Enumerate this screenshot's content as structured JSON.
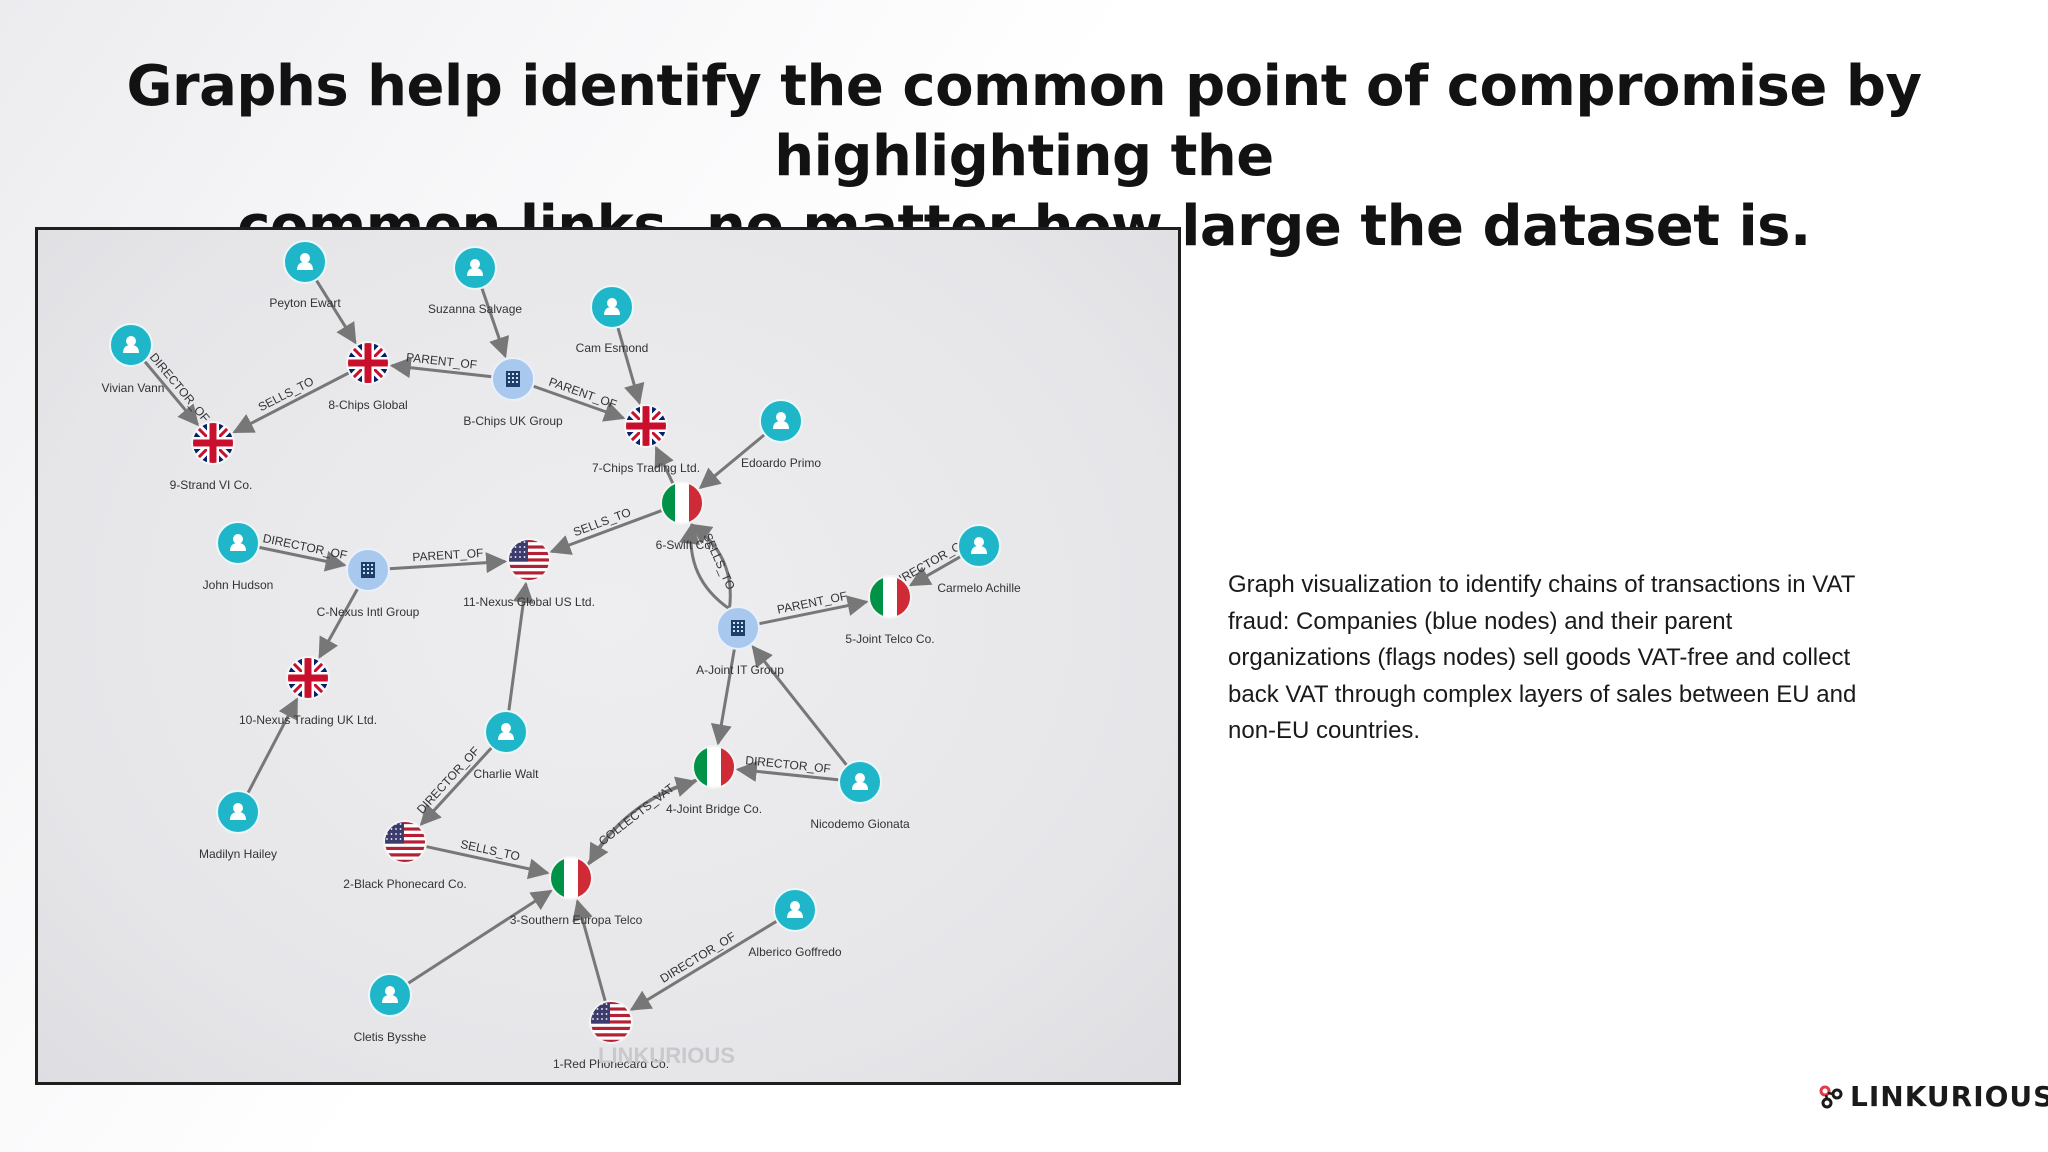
{
  "headline": {
    "line1": "Graphs help identify the common point of compromise by highlighting the",
    "line2": "common links, no matter how large the dataset is."
  },
  "description": "Graph visualization to identify chains of transactions in VAT fraud: Companies (blue nodes) and their parent organizations (flags nodes) sell goods VAT-free and collect back VAT through complex layers of sales between EU and non-EU countries.",
  "logo": {
    "text": "LINKURIOUS",
    "icon": "linkurious-logo-icon",
    "accent": "#e63946"
  },
  "watermark": "LINKURIOUS",
  "colors": {
    "person": "#1fb6c9",
    "company": "#a9c8ee",
    "edge": "#777777",
    "uk_blue": "#012169",
    "uk_red": "#C8102E",
    "it_green": "#009246",
    "it_red": "#CE2B37",
    "us_red": "#B22234",
    "us_blue": "#3C3B6E"
  },
  "nodes": [
    {
      "id": "peyton",
      "label": "Peyton Ewart",
      "type": "person"
    },
    {
      "id": "suzanna",
      "label": "Suzanna Salvage",
      "type": "person"
    },
    {
      "id": "cam",
      "label": "Cam Esmond",
      "type": "person"
    },
    {
      "id": "vivian",
      "label": "Vivian Vann",
      "type": "person"
    },
    {
      "id": "chips8",
      "label": "8-Chips Global",
      "type": "uk"
    },
    {
      "id": "bchips",
      "label": "B-Chips UK Group",
      "type": "company"
    },
    {
      "id": "chips7",
      "label": "7-Chips Trading Ltd.",
      "type": "uk"
    },
    {
      "id": "strand9",
      "label": "9-Strand VI Co.",
      "type": "uk"
    },
    {
      "id": "edoardo",
      "label": "Edoardo Primo",
      "type": "person"
    },
    {
      "id": "swift6",
      "label": "6-Swift Co.",
      "type": "it"
    },
    {
      "id": "john",
      "label": "John Hudson",
      "type": "person"
    },
    {
      "id": "cnexus",
      "label": "C-Nexus Intl Group",
      "type": "company"
    },
    {
      "id": "nexus11",
      "label": "11-Nexus Global US Ltd.",
      "type": "us"
    },
    {
      "id": "carmelo",
      "label": "Carmelo Achille",
      "type": "person"
    },
    {
      "id": "telco5",
      "label": "5-Joint Telco Co.",
      "type": "it"
    },
    {
      "id": "ajoint",
      "label": "A-Joint IT Group",
      "type": "company"
    },
    {
      "id": "nexus10",
      "label": "10-Nexus Trading UK Ltd.",
      "type": "uk"
    },
    {
      "id": "charlie",
      "label": "Charlie Walt",
      "type": "person"
    },
    {
      "id": "bridge4",
      "label": "4-Joint Bridge Co.",
      "type": "it"
    },
    {
      "id": "nicodemo",
      "label": "Nicodemo Gionata",
      "type": "person"
    },
    {
      "id": "madilyn",
      "label": "Madilyn Hailey",
      "type": "person"
    },
    {
      "id": "black2",
      "label": "2-Black Phonecard Co.",
      "type": "us"
    },
    {
      "id": "southern3",
      "label": "3-Southern Europa Telco",
      "type": "it"
    },
    {
      "id": "alberico",
      "label": "Alberico Goffredo",
      "type": "person"
    },
    {
      "id": "cletis",
      "label": "Cletis Bysshe",
      "type": "person"
    },
    {
      "id": "red1",
      "label": "1-Red Phonecard Co.",
      "type": "us"
    }
  ],
  "edges": [
    {
      "from": "peyton",
      "to": "chips8",
      "label": ""
    },
    {
      "from": "suzanna",
      "to": "bchips",
      "label": ""
    },
    {
      "from": "bchips",
      "to": "chips8",
      "label": "PARENT_OF"
    },
    {
      "from": "bchips",
      "to": "chips7",
      "label": "PARENT_OF"
    },
    {
      "from": "cam",
      "to": "chips7",
      "label": ""
    },
    {
      "from": "vivian",
      "to": "strand9",
      "label": "DIRECTOR_OF"
    },
    {
      "from": "chips8",
      "to": "strand9",
      "label": "SELLS_TO"
    },
    {
      "from": "swift6",
      "to": "chips7",
      "label": ""
    },
    {
      "from": "edoardo",
      "to": "swift6",
      "label": ""
    },
    {
      "from": "swift6",
      "to": "nexus11",
      "label": "SELLS_TO"
    },
    {
      "from": "ajoint",
      "to": "swift6",
      "label": "SELLS_TO"
    },
    {
      "from": "ajoint",
      "to": "swift6",
      "label": ""
    },
    {
      "from": "john",
      "to": "cnexus",
      "label": "DIRECTOR_OF"
    },
    {
      "from": "cnexus",
      "to": "nexus11",
      "label": "PARENT_OF"
    },
    {
      "from": "cnexus",
      "to": "nexus10",
      "label": ""
    },
    {
      "from": "carmelo",
      "to": "telco5",
      "label": "DIRECTOR_OF"
    },
    {
      "from": "ajoint",
      "to": "telco5",
      "label": "PARENT_OF"
    },
    {
      "from": "ajoint",
      "to": "bridge4",
      "label": ""
    },
    {
      "from": "nicodemo",
      "to": "ajoint",
      "label": ""
    },
    {
      "from": "nicodemo",
      "to": "bridge4",
      "label": "DIRECTOR_OF"
    },
    {
      "from": "madilyn",
      "to": "nexus10",
      "label": ""
    },
    {
      "from": "charlie",
      "to": "nexus11",
      "label": ""
    },
    {
      "from": "charlie",
      "to": "black2",
      "label": "DIRECTOR_OF"
    },
    {
      "from": "black2",
      "to": "southern3",
      "label": "SELLS_TO"
    },
    {
      "from": "southern3",
      "to": "bridge4",
      "label": "COLLECTS_VAT"
    },
    {
      "from": "bridge4",
      "to": "southern3",
      "label": ""
    },
    {
      "from": "cletis",
      "to": "southern3",
      "label": ""
    },
    {
      "from": "red1",
      "to": "southern3",
      "label": ""
    },
    {
      "from": "alberico",
      "to": "red1",
      "label": "DIRECTOR_OF"
    }
  ]
}
